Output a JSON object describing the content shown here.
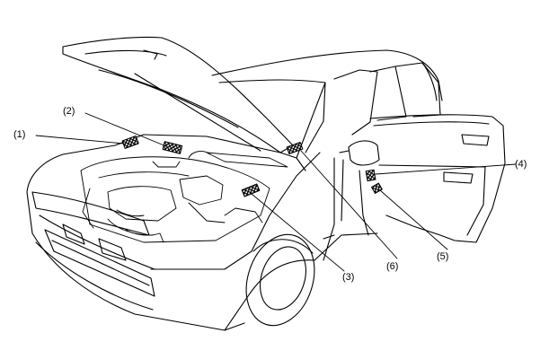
{
  "diagram": {
    "line_color": "#000000",
    "background_color": "#ffffff",
    "label_tag_fill": "hatched",
    "callouts": [
      {
        "id": "1",
        "text": "(1)"
      },
      {
        "id": "2",
        "text": "(2)"
      },
      {
        "id": "3",
        "text": "(3)"
      },
      {
        "id": "4",
        "text": "(4)"
      },
      {
        "id": "5",
        "text": "(5)"
      },
      {
        "id": "6",
        "text": "(6)"
      }
    ]
  }
}
